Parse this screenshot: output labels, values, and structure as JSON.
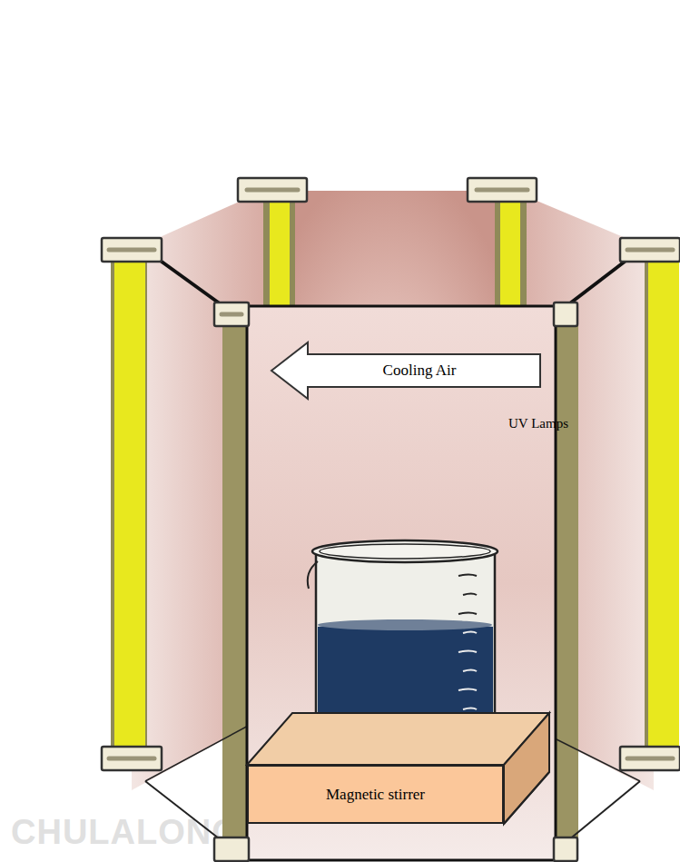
{
  "diagram": {
    "nodes": [
      {
        "text": [
          "Magnetic stirrer"
        ]
      },
      {
        "text": [
          "Cooling Air"
        ]
      }
    ],
    "labels": [
      "UV Lamps",
      "CHULALONGKORN UNIVERSITY"
    ]
  }
}
